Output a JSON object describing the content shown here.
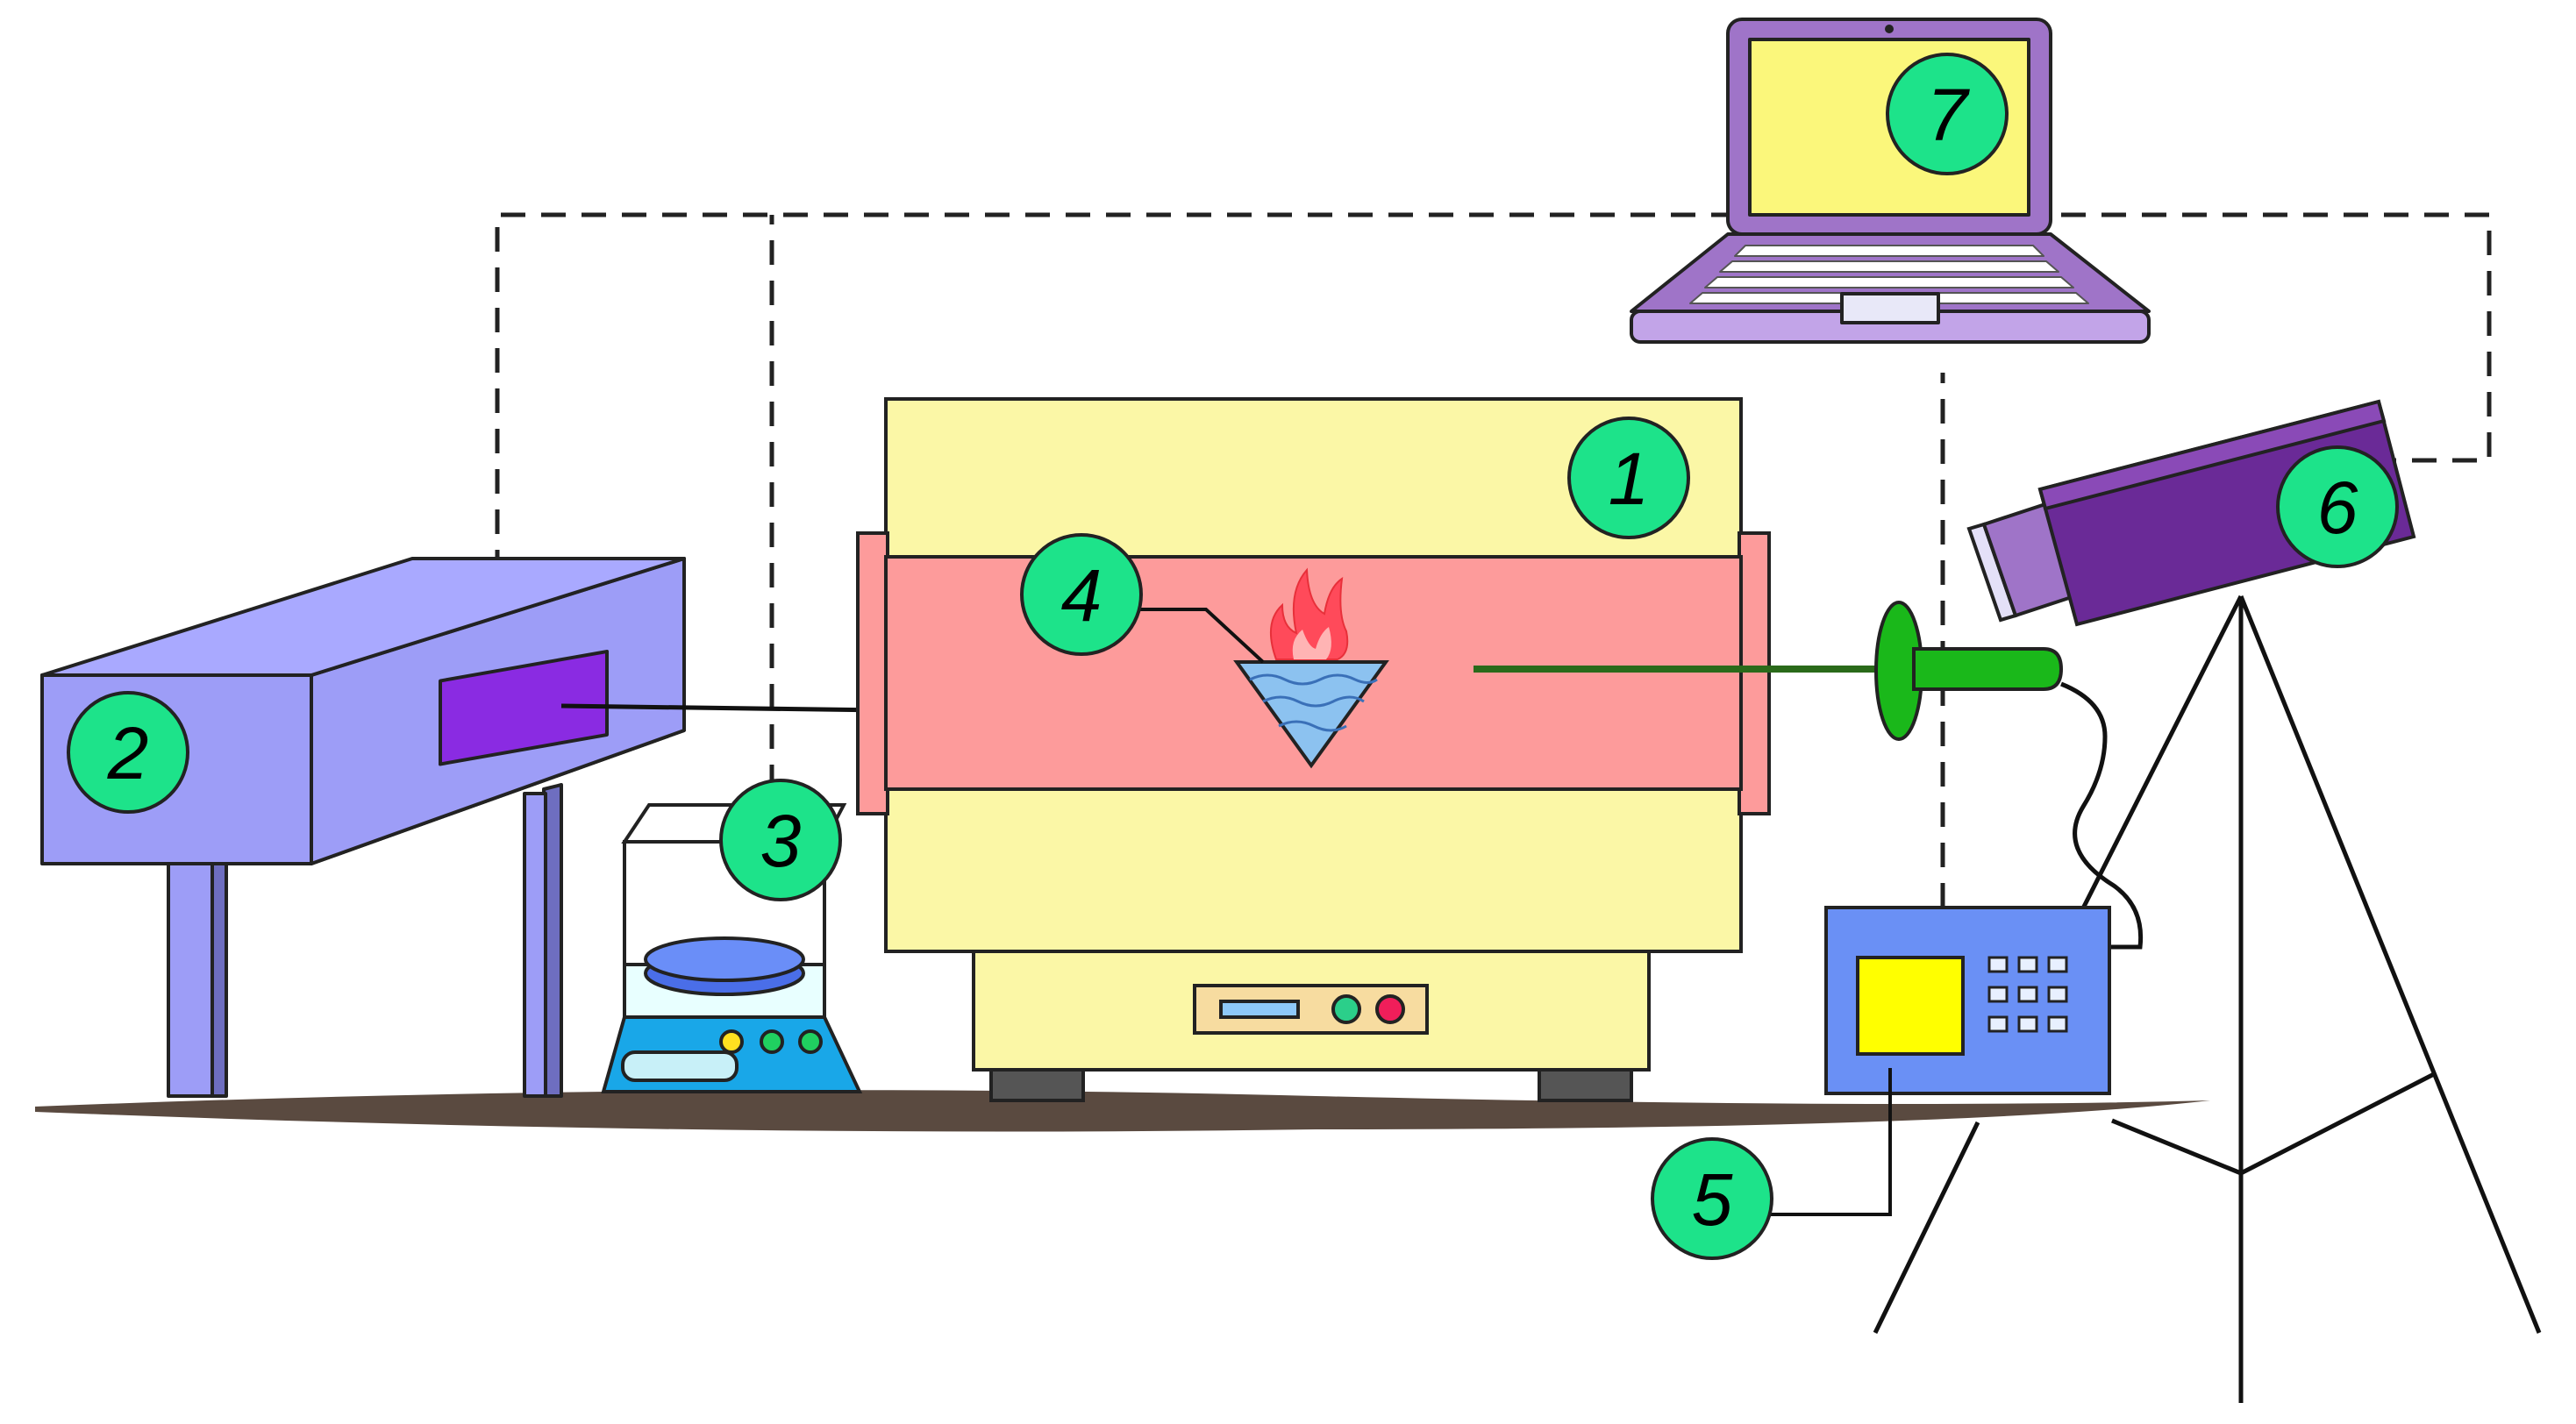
{
  "labels": {
    "furnace": "1",
    "spectrometer": "2",
    "balance": "3",
    "crucible": "4",
    "thermocouple_reader": "5",
    "camera": "6",
    "laptop": "7"
  },
  "colors": {
    "badge": "#1de38a",
    "furnace_body": "#fbf7a6",
    "furnace_chamber": "#fd9b9b",
    "spectrometer": "#9d9df7",
    "spectrometer_window": "#8a2be2",
    "laptop": "#9f74c8",
    "laptop_screen": "#fbf77b",
    "camera": "#6a2a97",
    "reader": "#6a90f5",
    "reader_screen": "#ffff00",
    "thermocouple": "#1ab81a",
    "balance_base": "#19a7e8",
    "floor": "#5a4a40"
  }
}
